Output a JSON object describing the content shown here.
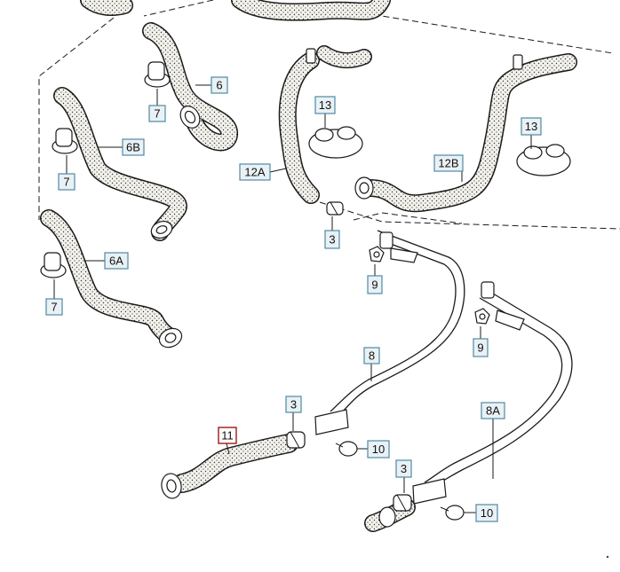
{
  "colors": {
    "label_fill": "#e9f1f5",
    "label_border": "#4f8aa3",
    "highlight_border": "#a01818",
    "line": "#1a1a1a",
    "hose_fill": "#f2efe8"
  },
  "callouts": {
    "p6": "6",
    "p7a": "7",
    "p6b": "6B",
    "p7b": "7",
    "p6a": "6A",
    "p7c": "7",
    "p13a": "13",
    "p12a": "12A",
    "p3a": "3",
    "p9a": "9",
    "p13b": "13",
    "p12b": "12B",
    "p9b": "9",
    "p8": "8",
    "p3b": "3",
    "p11": "11",
    "p10a": "10",
    "p8a": "8A",
    "p3c": "3",
    "p10b": "10"
  }
}
